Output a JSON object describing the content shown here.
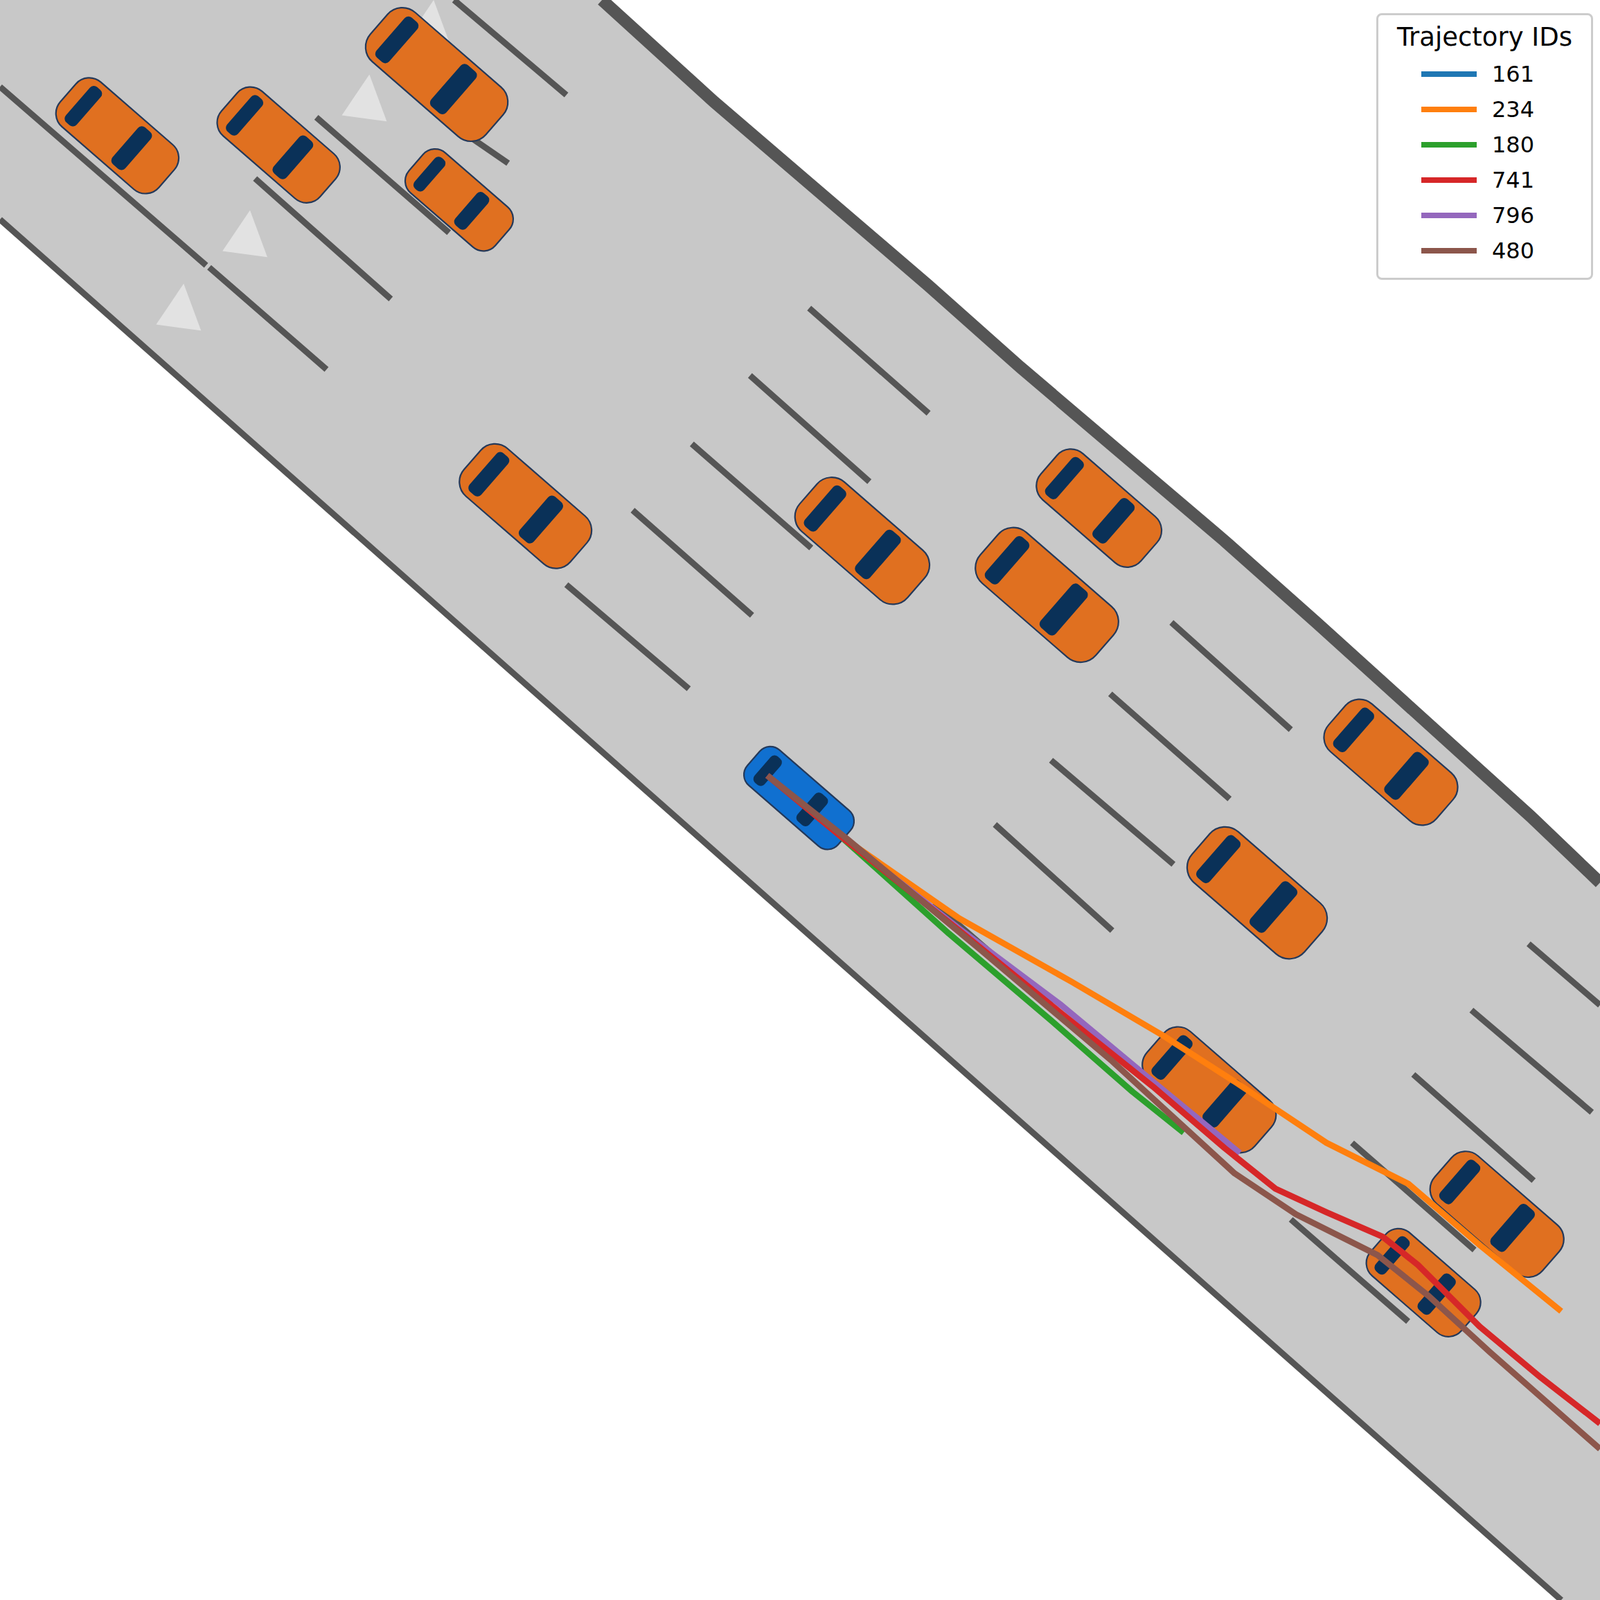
{
  "diagram": {
    "labels": [
      "Trajectory IDs"
    ],
    "legend": [
      {
        "text": "161",
        "color": "#1f77b4"
      },
      {
        "text": "234",
        "color": "#ff7f0e"
      },
      {
        "text": "180",
        "color": "#2ca02c"
      },
      {
        "text": "741",
        "color": "#d62728"
      },
      {
        "text": "796",
        "color": "#9467bd"
      },
      {
        "text": "480",
        "color": "#8c564b"
      }
    ]
  }
}
